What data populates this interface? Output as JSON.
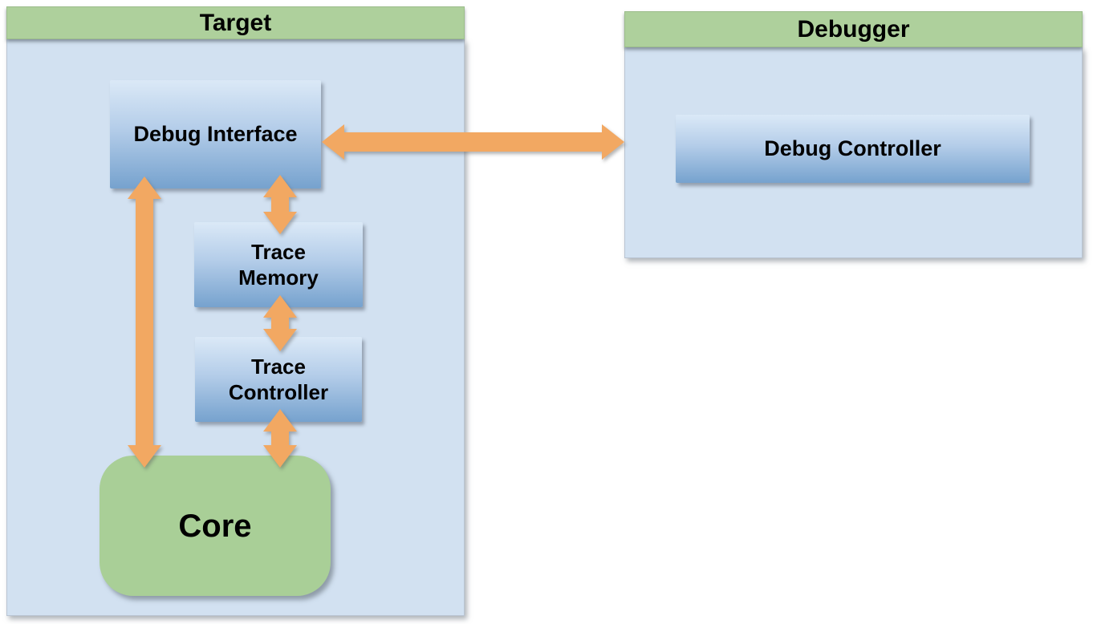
{
  "containers": {
    "target": {
      "title": "Target"
    },
    "debugger": {
      "title": "Debugger"
    }
  },
  "nodes": {
    "debug_interface": {
      "label": "Debug Interface"
    },
    "trace_memory": {
      "label": "Trace\nMemory"
    },
    "trace_controller": {
      "label": "Trace\nController"
    },
    "core": {
      "label": "Core"
    },
    "debug_controller": {
      "label": "Debug Controller"
    }
  },
  "connections": [
    {
      "from": "Debug Interface",
      "to": "Debug Controller",
      "direction": "bidirectional"
    },
    {
      "from": "Debug Interface",
      "to": "Trace Memory",
      "direction": "bidirectional"
    },
    {
      "from": "Trace Memory",
      "to": "Trace Controller",
      "direction": "bidirectional"
    },
    {
      "from": "Trace Controller",
      "to": "Core",
      "direction": "bidirectional"
    },
    {
      "from": "Debug Interface",
      "to": "Core",
      "direction": "bidirectional"
    }
  ],
  "colors": {
    "container_header_green": "#aed09c",
    "container_body_blue": "#d2e1f1",
    "node_gradient_top": "#dbe9f7",
    "node_gradient_bottom": "#76a2ce",
    "core_green": "#a9cf97",
    "arrow_orange": "#f2a862",
    "text": "#000000"
  }
}
